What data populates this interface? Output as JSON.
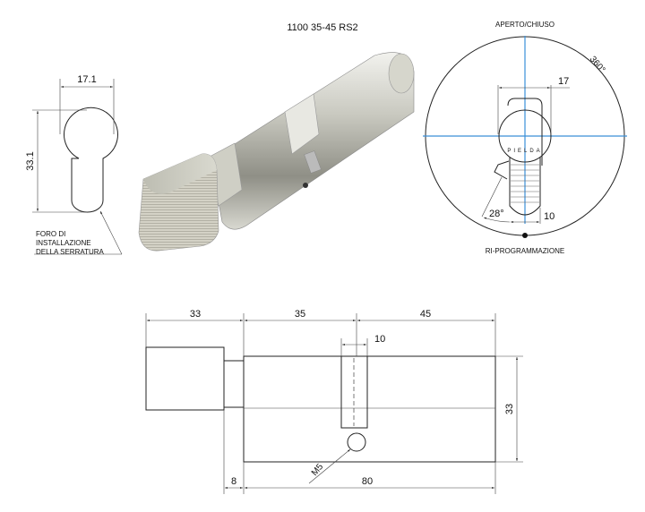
{
  "title": "1100 35-45 RS2",
  "keyhole": {
    "width_dim": "17.1",
    "height_dim": "33.1",
    "label_lines": [
      "FORO DI",
      "INSTALLAZIONE",
      "DELLA SERRATURA"
    ]
  },
  "rotation_view": {
    "top_label": "APERTO/CHIUSO",
    "bottom_label": "RI-PROGRAMMAZIONE",
    "angle_full": "360°",
    "angle_small": "28°",
    "dim_width": "17",
    "dim_knob": "10",
    "logo_text": "PIELDA"
  },
  "side_view": {
    "dim_knob_length": "33",
    "dim_inner": "35",
    "dim_outer": "45",
    "dim_cam": "10",
    "dim_height": "33",
    "dim_collar": "8",
    "dim_total": "80",
    "thread_label": "M5"
  },
  "colors": {
    "centerline": "#3a8fd8",
    "line": "#222222"
  }
}
